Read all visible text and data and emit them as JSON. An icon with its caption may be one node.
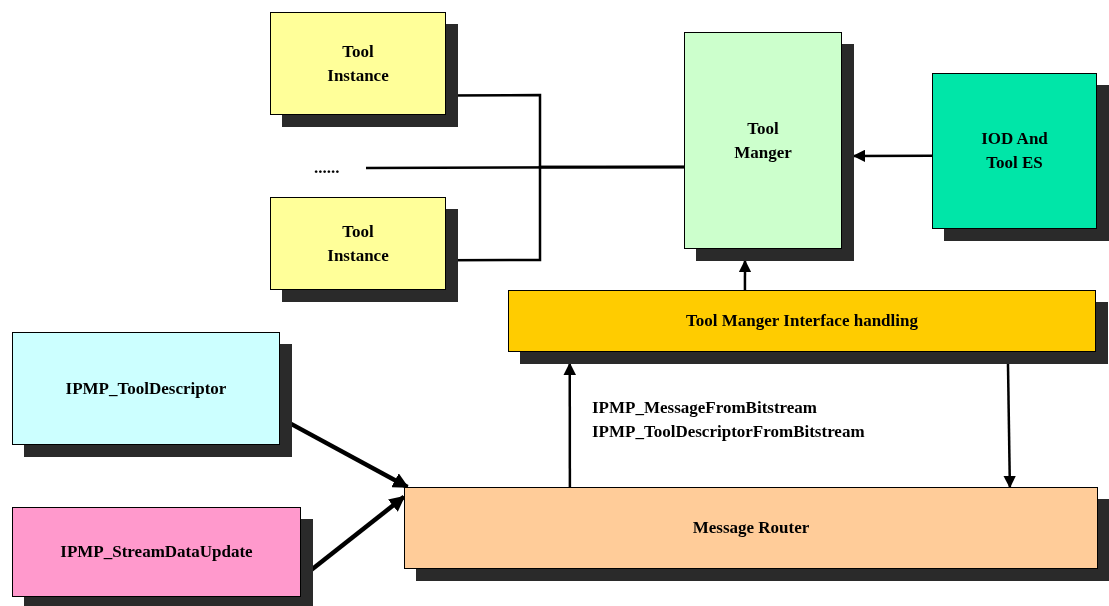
{
  "diagram": {
    "nodes": [
      {
        "text": [
          "Tool Instance"
        ]
      },
      {
        "text": [
          "Tool Manger"
        ]
      },
      {
        "text": [
          "IOD And Tool ES"
        ]
      },
      {
        "text": [
          "......"
        ]
      },
      {
        "text": [
          "Tool Instance"
        ]
      },
      {
        "text": [
          "Tool Manger Interface handling"
        ]
      },
      {
        "text": [
          "IPMP_ToolDescriptor"
        ]
      },
      {
        "text": [
          "Message Router"
        ]
      },
      {
        "text": [
          "IPMP_StreamDataUpdate"
        ]
      }
    ],
    "edges": [
      {
        "from": 0,
        "to": 1,
        "arrow": "none"
      },
      {
        "from": 3,
        "to": 1,
        "arrow": "none"
      },
      {
        "from": 4,
        "to": 1,
        "arrow": "none"
      },
      {
        "from": 2,
        "to": 1,
        "arrow": "to"
      },
      {
        "from": 5,
        "to": 1,
        "arrow": "to"
      },
      {
        "from": 7,
        "to": 5,
        "arrow": "to",
        "label": "IPMP_MessageFromBitstream IPMP_ToolDescriptorFromBitstream"
      },
      {
        "from": 5,
        "to": 7,
        "arrow": "to"
      },
      {
        "from": 6,
        "to": 7,
        "arrow": "to",
        "style": "thick"
      },
      {
        "from": 8,
        "to": 7,
        "arrow": "to",
        "style": "thick"
      }
    ]
  }
}
